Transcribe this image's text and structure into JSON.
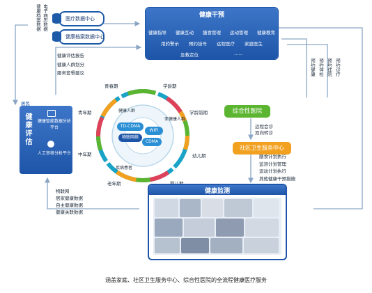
{
  "top_left": {
    "vertical_label": "电子病历数据",
    "vertical_label2": "健康档案数据",
    "db1": "医疗数据中心",
    "db2": "健康档案数据中心"
  },
  "intervention": {
    "title": "健康干预",
    "row1": [
      "健康指导",
      "健康互动",
      "膳食管理",
      "运动管理",
      "健康教育"
    ],
    "row2": [
      "用药警示",
      "预约挂号",
      "远程医疗",
      "家庭医生"
    ],
    "row3": [
      "急救定位",
      "……"
    ]
  },
  "reports": {
    "lines": [
      "健康评估报告",
      "健康人群划分",
      "服务套餐建议"
    ]
  },
  "evaluation": {
    "top_tag": "居民",
    "title": "健康评估",
    "item1": "健康智能数据分析平台",
    "item2": "人工审核分析平台"
  },
  "orbit": {
    "stages": [
      "青春期",
      "学龄期",
      "学龄前期",
      "幼儿期",
      "婴儿期",
      "老年期",
      "中年期",
      "青年期"
    ],
    "groups": [
      "健康人群",
      "亚健康人群",
      "疾病患者"
    ],
    "networks": [
      "TD-CDMA",
      "WIFI",
      "物联网络",
      "CDMA"
    ]
  },
  "vertical_right": {
    "col1": "预约诊疗",
    "col2": "预约住院",
    "col3": "预约体检",
    "col4": "预约健康"
  },
  "hospital": {
    "general": "综合性医院",
    "consult1": "远程会诊",
    "consult2": "双向转诊",
    "community": "社区卫生服务中心"
  },
  "monitoring": {
    "title": "健康监测",
    "plans": [
      "膳食计划执行",
      "监测计划管理",
      "运动计划执行",
      "其他健康干预措施"
    ]
  },
  "left_bottom": {
    "lines": [
      "物联网",
      "居家健康数据",
      "自主健康数据",
      "健康关联数据"
    ]
  },
  "caption": "涵盖家庭、社区卫生服务中心、综合性医院的全流程健康医疗服务",
  "colors": {
    "primary_blue": "#1e55a8",
    "green": "#5cb531",
    "orange": "#f2a01f",
    "teal": "#1aa3c7"
  }
}
